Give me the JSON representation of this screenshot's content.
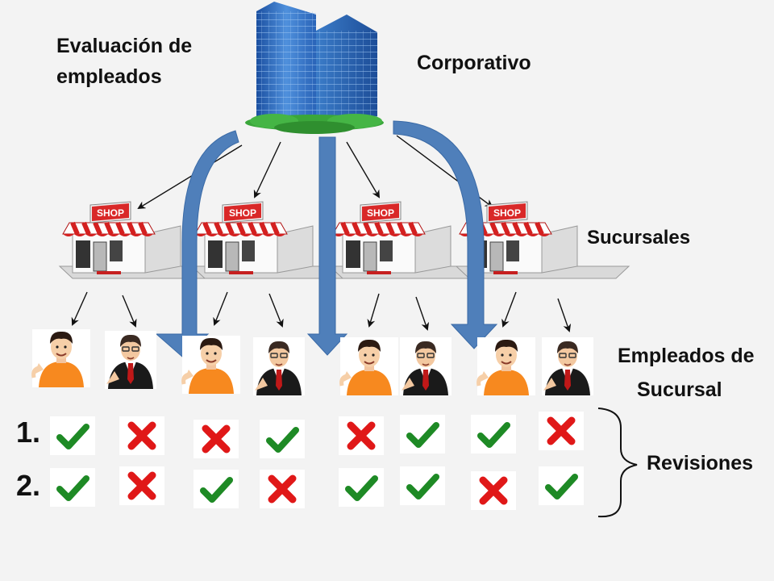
{
  "title": "Evaluación de empleados",
  "corporate_label": "Corporativo",
  "branches_label": "Sucursales",
  "employees_label": {
    "line1": "Empleados de",
    "line2": "Sucursal"
  },
  "reviews_label": "Revisiones",
  "store_sign": "SHOP",
  "review_rows": [
    {
      "label": "1.",
      "results": [
        "check",
        "cross",
        "cross",
        "check",
        "cross",
        "check",
        "check",
        "cross"
      ]
    },
    {
      "label": "2.",
      "results": [
        "check",
        "cross",
        "check",
        "cross",
        "check",
        "check",
        "cross",
        "check"
      ]
    }
  ],
  "colors": {
    "check": "#1e8a25",
    "cross": "#e01818",
    "flow_arrow": "#4f7fba",
    "awning": "#d42020",
    "shirt": "#f7891f"
  },
  "icons": [
    "building-icon",
    "store-icon",
    "casual-employee-icon",
    "manager-employee-icon",
    "check-icon",
    "cross-icon",
    "curly-brace-icon"
  ]
}
